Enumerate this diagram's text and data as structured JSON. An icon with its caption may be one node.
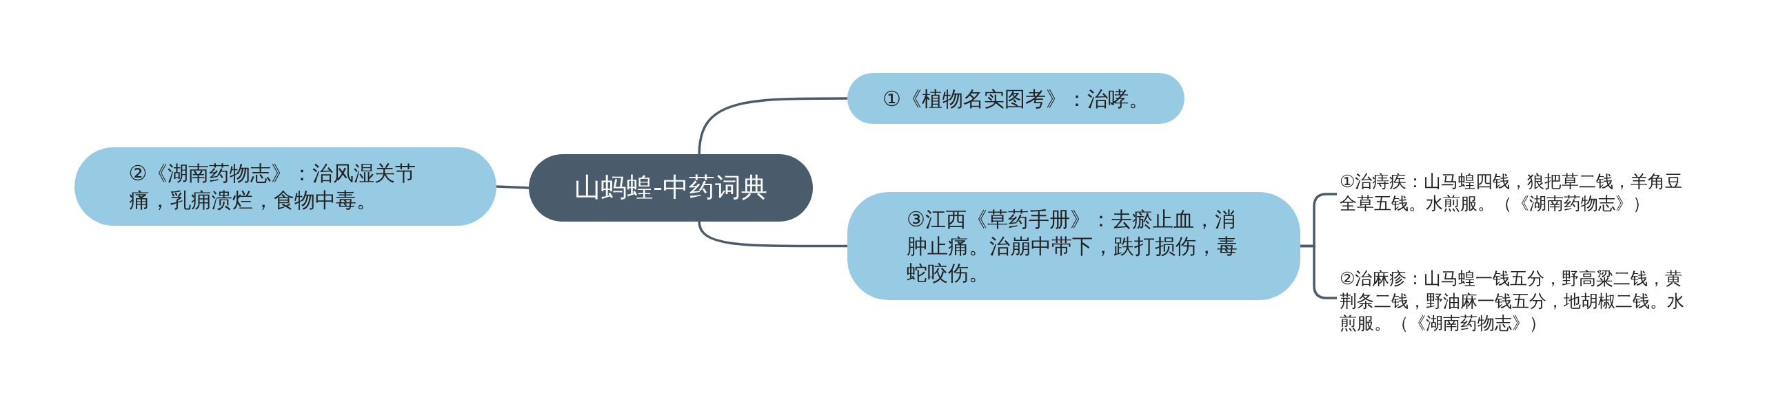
{
  "diagram": {
    "nodes": [
      {
        "text": [
          "山蚂蝗-中药词典"
        ]
      },
      {
        "text": [
          "①《植物名实图考》：治哮。"
        ]
      },
      {
        "text": [
          "②《湖南药物志》：治风湿关节痛，乳痈溃烂，食物中毒。"
        ]
      },
      {
        "text": [
          "③江西《草药手册》：去瘀止血，消肿止痛。治崩中带下，跌打损伤，毒蛇咬伤。"
        ]
      },
      {
        "text": [
          "①治痔疾：山马蝗四钱，狼把草二钱，羊角豆全草五钱。水煎服。（《湖南药物志》）"
        ]
      },
      {
        "text": [
          "②治麻疹：山马蝗一钱五分，野高粱二钱，黄荆条二钱，野油麻一钱五分，地胡椒二钱。水煎服。（《湖南药物志》）"
        ]
      }
    ],
    "edges": [
      {
        "from": 0,
        "to": 1,
        "arrow": "none"
      },
      {
        "from": 0,
        "to": 2,
        "arrow": "none"
      },
      {
        "from": 0,
        "to": 3,
        "arrow": "none"
      },
      {
        "from": 3,
        "to": 4,
        "arrow": "none"
      },
      {
        "from": 3,
        "to": 5,
        "arrow": "none"
      }
    ]
  }
}
